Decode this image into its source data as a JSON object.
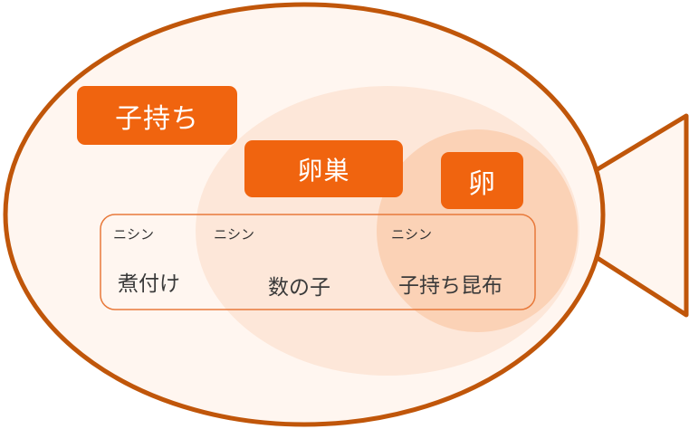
{
  "labels": {
    "outer": "子持ち",
    "middle": "卵巣",
    "inner": "卵"
  },
  "items": [
    {
      "prefix": "ニシン",
      "name": "煮付け"
    },
    {
      "prefix": "ニシン",
      "name": "数の子"
    },
    {
      "prefix": "ニシン",
      "name": "子持ち昆布"
    }
  ],
  "colors": {
    "fish_stroke": "#c0560a",
    "fish_fill": "#fff6f0",
    "ellipse_middle": "#fde7d9",
    "ellipse_inner": "#fbd2b6",
    "label_bg": "#f0640f",
    "items_border": "#e8793a"
  }
}
